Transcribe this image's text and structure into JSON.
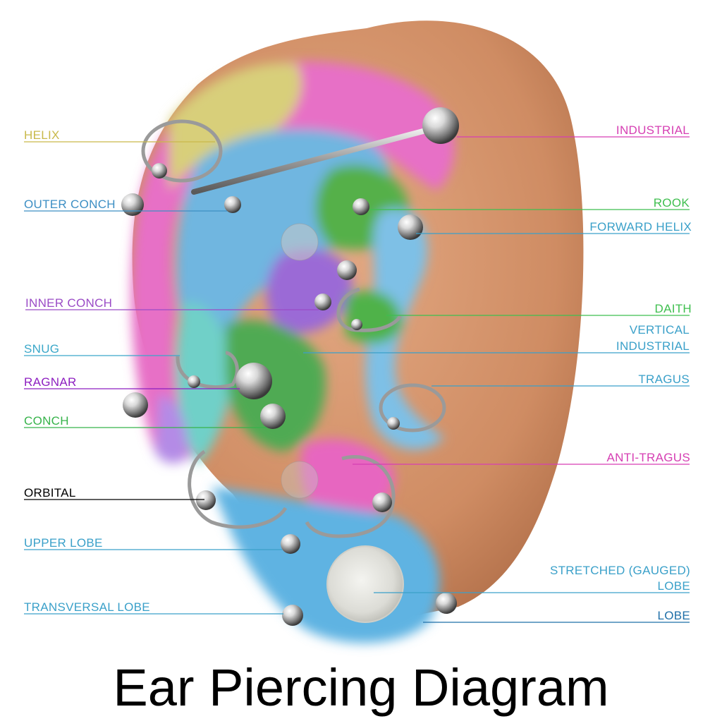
{
  "title": "Ear Piercing Diagram",
  "labels_left": [
    {
      "key": "helix",
      "text": "HELIX",
      "color": "#c9b94a"
    },
    {
      "key": "outer_conch",
      "text": "OUTER CONCH",
      "color": "#3d8fc4"
    },
    {
      "key": "inner_conch",
      "text": "INNER CONCH",
      "color": "#9a4bc6"
    },
    {
      "key": "snug",
      "text": "SNUG",
      "color": "#3aa7c9"
    },
    {
      "key": "ragnar",
      "text": "RAGNAR",
      "color": "#8d1fc0"
    },
    {
      "key": "conch",
      "text": "CONCH",
      "color": "#36b34a"
    },
    {
      "key": "orbital",
      "text": "ORBITAL",
      "color": "#000000"
    },
    {
      "key": "upper_lobe",
      "text": "UPPER LOBE",
      "color": "#3aa0c9"
    },
    {
      "key": "transversal_lobe",
      "text": "TRANSVERSAL LOBE",
      "color": "#3aa0c9"
    }
  ],
  "labels_right": [
    {
      "key": "industrial",
      "text": "INDUSTRIAL",
      "color": "#d63fb3"
    },
    {
      "key": "rook",
      "text": "ROOK",
      "color": "#3fbf4f"
    },
    {
      "key": "forward_helix",
      "text": "FORWARD HELIX",
      "color": "#3aa0c9"
    },
    {
      "key": "daith",
      "text": "DAITH",
      "color": "#3fbf4f"
    },
    {
      "key": "vertical_industrial_1",
      "text": "VERTICAL",
      "color": "#3aa0c9"
    },
    {
      "key": "vertical_industrial_2",
      "text": "INDUSTRIAL",
      "color": "#3aa0c9"
    },
    {
      "key": "tragus",
      "text": "TRAGUS",
      "color": "#3aa0c9"
    },
    {
      "key": "anti_tragus",
      "text": "ANTI-TRAGUS",
      "color": "#d63fb3"
    },
    {
      "key": "stretched_1",
      "text": "STRETCHED (GAUGED)",
      "color": "#3aa0c9"
    },
    {
      "key": "stretched_2",
      "text": "LOBE",
      "color": "#3aa0c9"
    },
    {
      "key": "lobe",
      "text": "LOBE",
      "color": "#1f6fa8"
    }
  ],
  "colors": {
    "skin": "#d2936b",
    "skin_dark": "#b8734d",
    "helix_pink": "#e76fc6",
    "yellow": "#d8cf7a",
    "blue": "#6fb6e0",
    "green": "#55b04a",
    "teal": "#6fd0c8",
    "purple": "#9b6ad6",
    "metal": "#c8c8c8"
  }
}
